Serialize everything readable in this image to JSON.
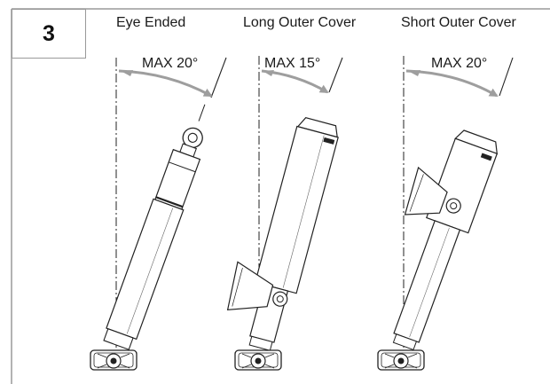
{
  "step_number": "3",
  "columns": [
    {
      "title": "Eye Ended",
      "angle_label": "MAX 20°"
    },
    {
      "title": "Long Outer Cover",
      "angle_label": "MAX 15°"
    },
    {
      "title": "Short Outer Cover",
      "angle_label": "MAX 20°"
    }
  ],
  "colors": {
    "frame": "#9a9a9a",
    "line": "#222222",
    "arrow": "#9e9e9e",
    "fill": "#ffffff"
  }
}
